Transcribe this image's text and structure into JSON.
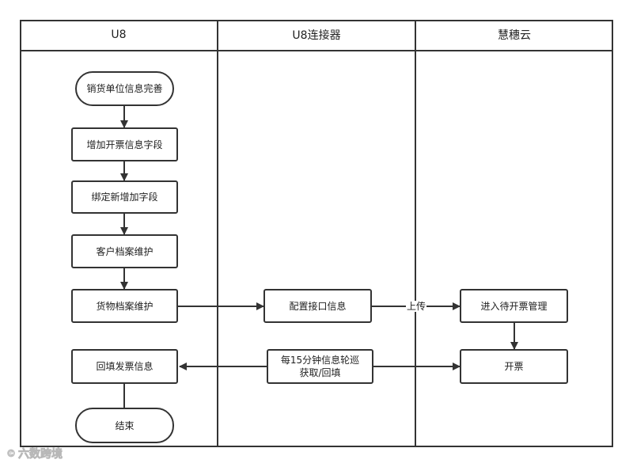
{
  "lanes": [
    {
      "title": "U8"
    },
    {
      "title": "U8连接器"
    },
    {
      "title": "慧穗云"
    }
  ],
  "nodes": {
    "sales_unit_info": "销货单位信息完善",
    "add_invoice_field": "增加开票信息字段",
    "bind_new_field": "绑定新增加字段",
    "customer_archive": "客户档案维护",
    "goods_archive": "货物档案维护",
    "backfill_invoice": "回填发票信息",
    "end": "结束",
    "config_interface": "配置接口信息",
    "poll_line1": "每15分钟信息轮巡",
    "poll_line2": "获取/回填",
    "pending_invoice": "进入待开票管理",
    "invoice": "开票"
  },
  "edge_labels": {
    "upload": "上传"
  },
  "watermark": {
    "icon": "©",
    "text": "六数跨境"
  }
}
